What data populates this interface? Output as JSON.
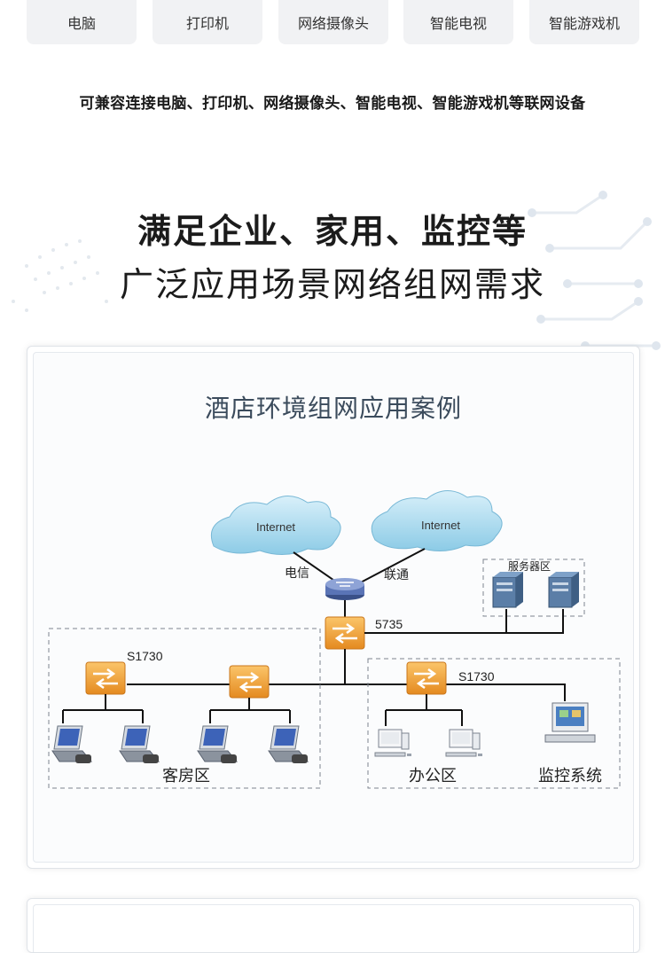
{
  "device_tabs": [
    "电脑",
    "打印机",
    "网络摄像头",
    "智能电视",
    "智能游戏机"
  ],
  "compat_text": "可兼容连接电脑、打印机、网络摄像头、智能电视、智能游戏机等联网设备",
  "headline": {
    "line1": "满足企业、家用、监控等",
    "line2": "广泛应用场景网络组网需求"
  },
  "case": {
    "title": "酒店环境组网应用案例",
    "cloud_left": "Internet",
    "cloud_right": "Internet",
    "isp_left": "电信",
    "isp_right": "联通",
    "core_switch": "5735",
    "server_zone": "服务器区",
    "switch_left": "S1730",
    "switch_right": "S1730",
    "zone_guest": "客房区",
    "zone_office": "办公区",
    "zone_monitor": "监控系统"
  },
  "colors": {
    "switch_orange": "#f2a33a",
    "cloud_blue": "#9fd3ea",
    "title_gray": "#3b4b5c"
  }
}
